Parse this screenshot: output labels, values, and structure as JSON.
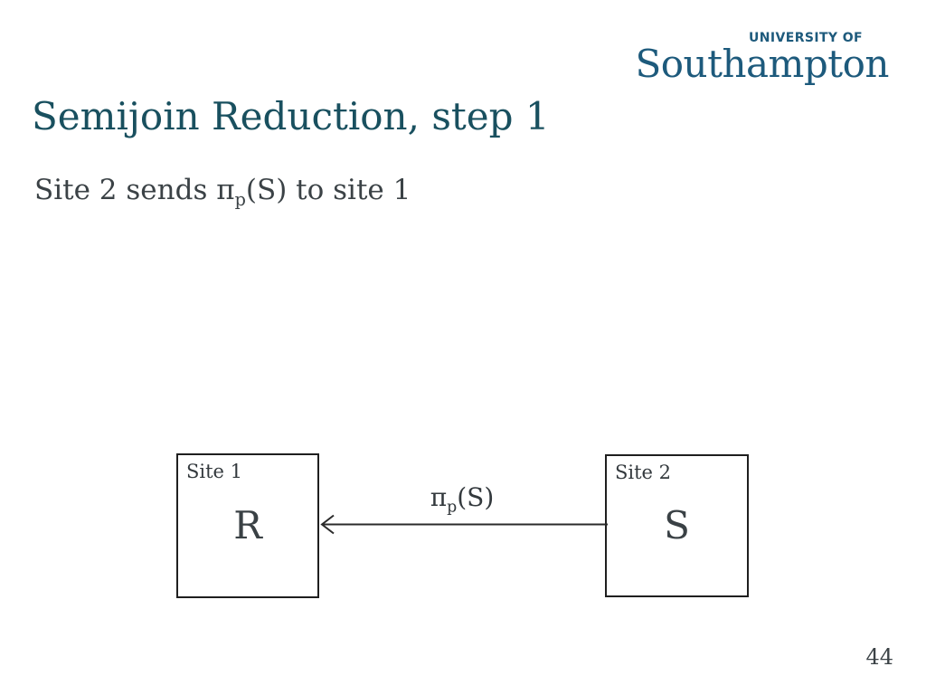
{
  "logo": {
    "line1": "UNIVERSITY OF",
    "line2": "Southampton"
  },
  "slide": {
    "title": "Semijoin Reduction, step 1",
    "subtitle": {
      "prefix": "Site 2 sends ",
      "pi": "π",
      "pi_sub": "p",
      "suffix": "(S) to site 1"
    },
    "page_number": "44"
  },
  "diagram": {
    "site1": {
      "label": "Site 1",
      "relation": "R"
    },
    "site2": {
      "label": "Site 2",
      "relation": "S"
    },
    "arrow": {
      "direction": "right-to-left",
      "label": {
        "pi": "π",
        "sub": "p",
        "rest": "(S)"
      }
    }
  },
  "colors": {
    "title": "#19505f",
    "logo": "#1d5a7c",
    "body_text": "#3b4246",
    "line": "#2b2b2b",
    "background": "#ffffff"
  }
}
